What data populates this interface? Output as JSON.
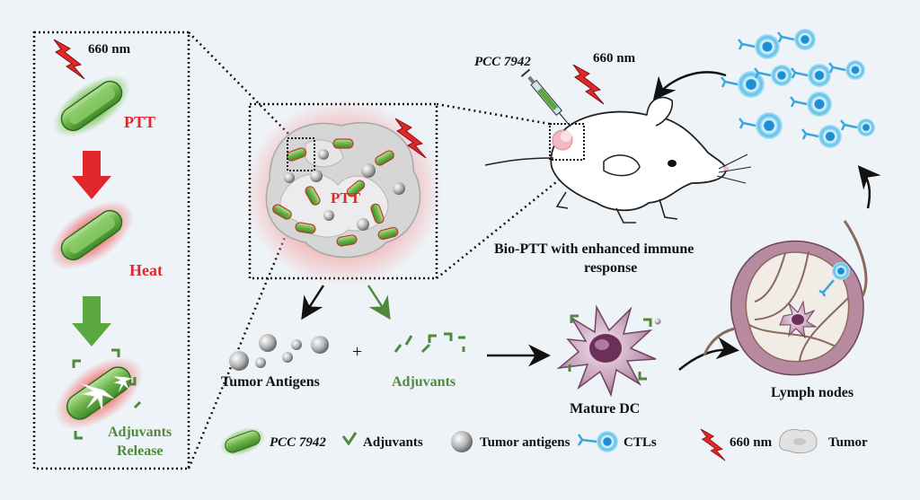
{
  "panel": {
    "wavelength": "660 nm",
    "ptt": "PTT",
    "heat": "Heat",
    "adjuvants_release_line1": "Adjuvants",
    "adjuvants_release_line2": "Release"
  },
  "tumor": {
    "ptt": "PTT"
  },
  "mouse_panel": {
    "strain": "PCC 7942",
    "wavelength": "660 nm",
    "caption_line1": "Bio-PTT with enhanced immune",
    "caption_line2": "response"
  },
  "flow": {
    "tumor_antigens": "Tumor Antigens",
    "plus": "+",
    "adjuvants": "Adjuvants",
    "mature_dc": "Mature DC",
    "lymph_nodes": "Lymph nodes"
  },
  "legend": {
    "items": [
      {
        "icon": "bacterium-icon",
        "label": "PCC 7942",
        "italic": true
      },
      {
        "icon": "adjuvant-icon",
        "label": "Adjuvants",
        "italic": false
      },
      {
        "icon": "tumor-antigen-icon",
        "label": "Tumor antigens",
        "italic": false
      },
      {
        "icon": "ctl-icon",
        "label": "CTLs",
        "italic": false
      },
      {
        "icon": "laser-icon",
        "label": "660 nm",
        "italic": false
      },
      {
        "icon": "tumor-cell-icon",
        "label": "Tumor",
        "italic": false
      }
    ]
  },
  "colors": {
    "background": "#eef3f8",
    "laser_red": "#e0282a",
    "bacterium_green": "#5aa83f",
    "adjuvant_green": "#4f8a3c",
    "ctl_blue": "#3aa6dd",
    "dc_purple": "#b58aa8",
    "heat_glow": "#f29a9a"
  }
}
